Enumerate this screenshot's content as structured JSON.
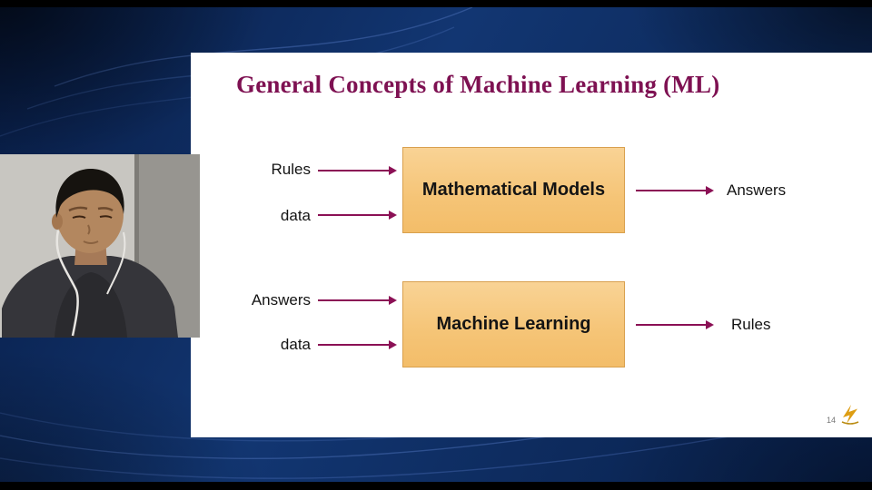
{
  "background": {
    "base_color": "#0d2a5c"
  },
  "slide": {
    "title": "General Concepts of Machine Learning (ML)",
    "page_number": "14",
    "colors": {
      "title_color": "#7E1152",
      "arrow_color": "#8B1055",
      "box_fill": "#F5C476",
      "box_border": "#D9A04E"
    },
    "diagram": {
      "rows": [
        {
          "inputs": [
            "Rules",
            "data"
          ],
          "box_label": "Mathematical Models",
          "output": "Answers"
        },
        {
          "inputs": [
            "Answers",
            "data"
          ],
          "box_label": "Machine Learning",
          "output": "Rules"
        }
      ]
    }
  }
}
